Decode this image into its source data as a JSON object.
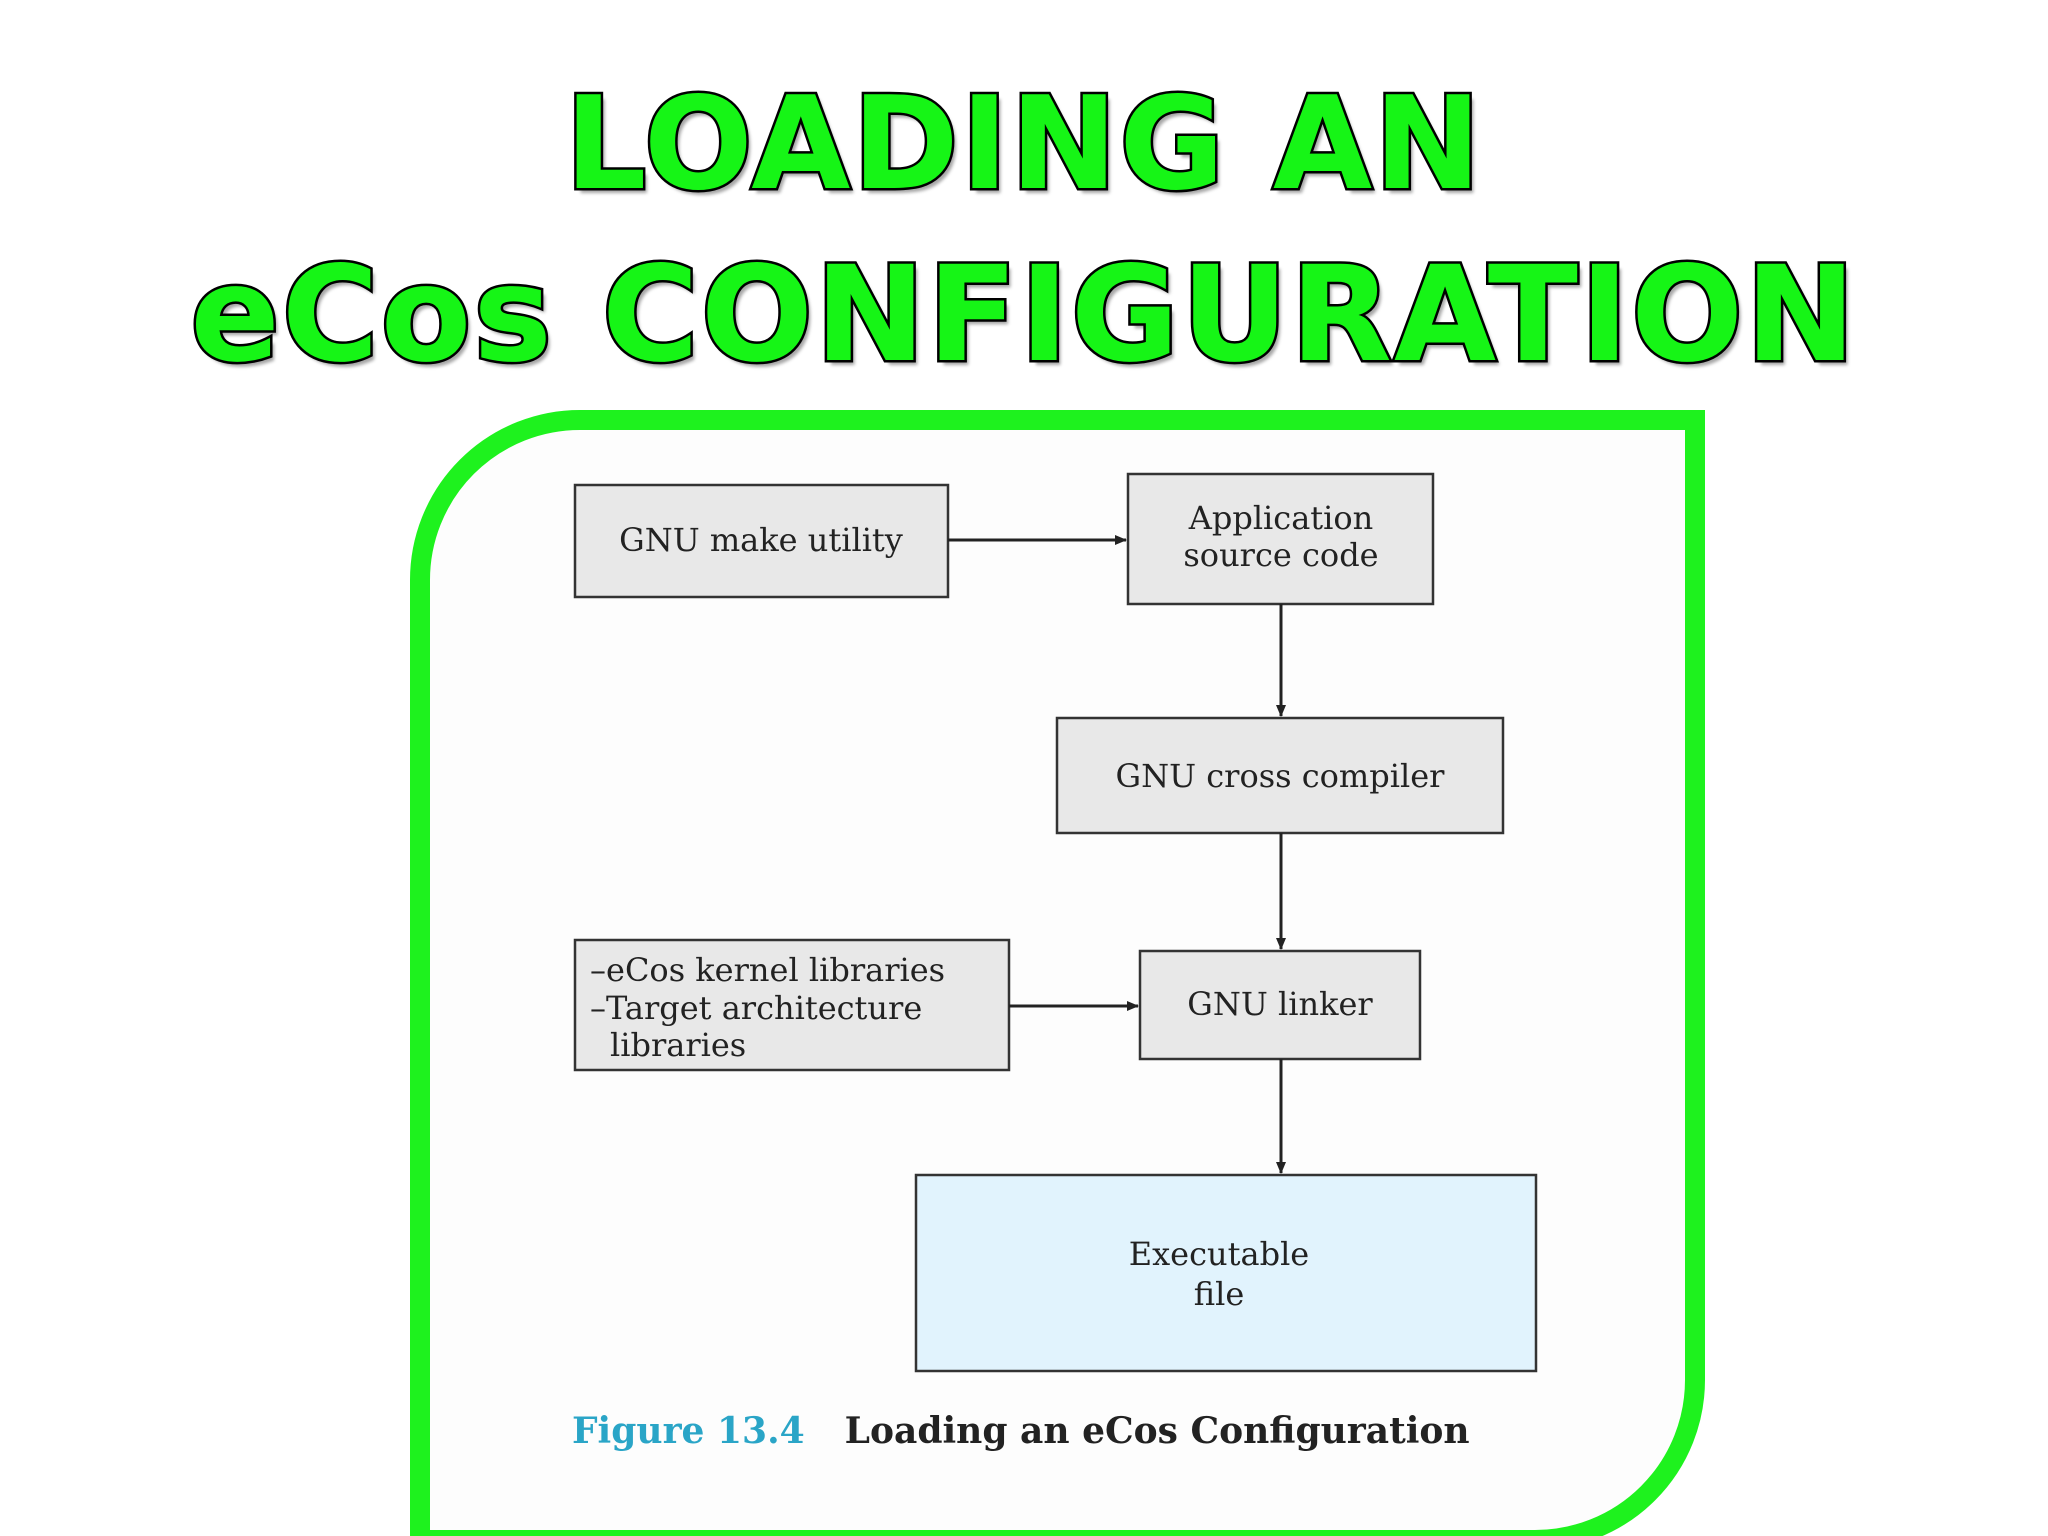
{
  "title": {
    "line1": "LOADING AN",
    "line2": "eCos CONFIGURATION"
  },
  "diagram": {
    "nodes": {
      "make": "GNU make utility",
      "app_line1": "Application",
      "app_line2": "source code",
      "compiler": "GNU cross compiler",
      "libs_line1": "–eCos kernel libraries",
      "libs_line2": "–Target architecture",
      "libs_line3": "libraries",
      "linker": "GNU linker",
      "exe_line1": "Executable",
      "exe_line2": "file"
    },
    "edges": [
      [
        "make",
        "app"
      ],
      [
        "app",
        "compiler"
      ],
      [
        "compiler",
        "linker"
      ],
      [
        "libs",
        "linker"
      ],
      [
        "linker",
        "exe"
      ]
    ]
  },
  "caption": {
    "figure_number": "Figure 13.4",
    "text": "Loading an eCos Configuration"
  },
  "colors": {
    "title_fill": "#16f516",
    "frame_border": "#1ef21e",
    "box_fill": "#e8e8e8",
    "exe_fill": "#e1f3fd",
    "caption_number": "#2aa5c7"
  }
}
